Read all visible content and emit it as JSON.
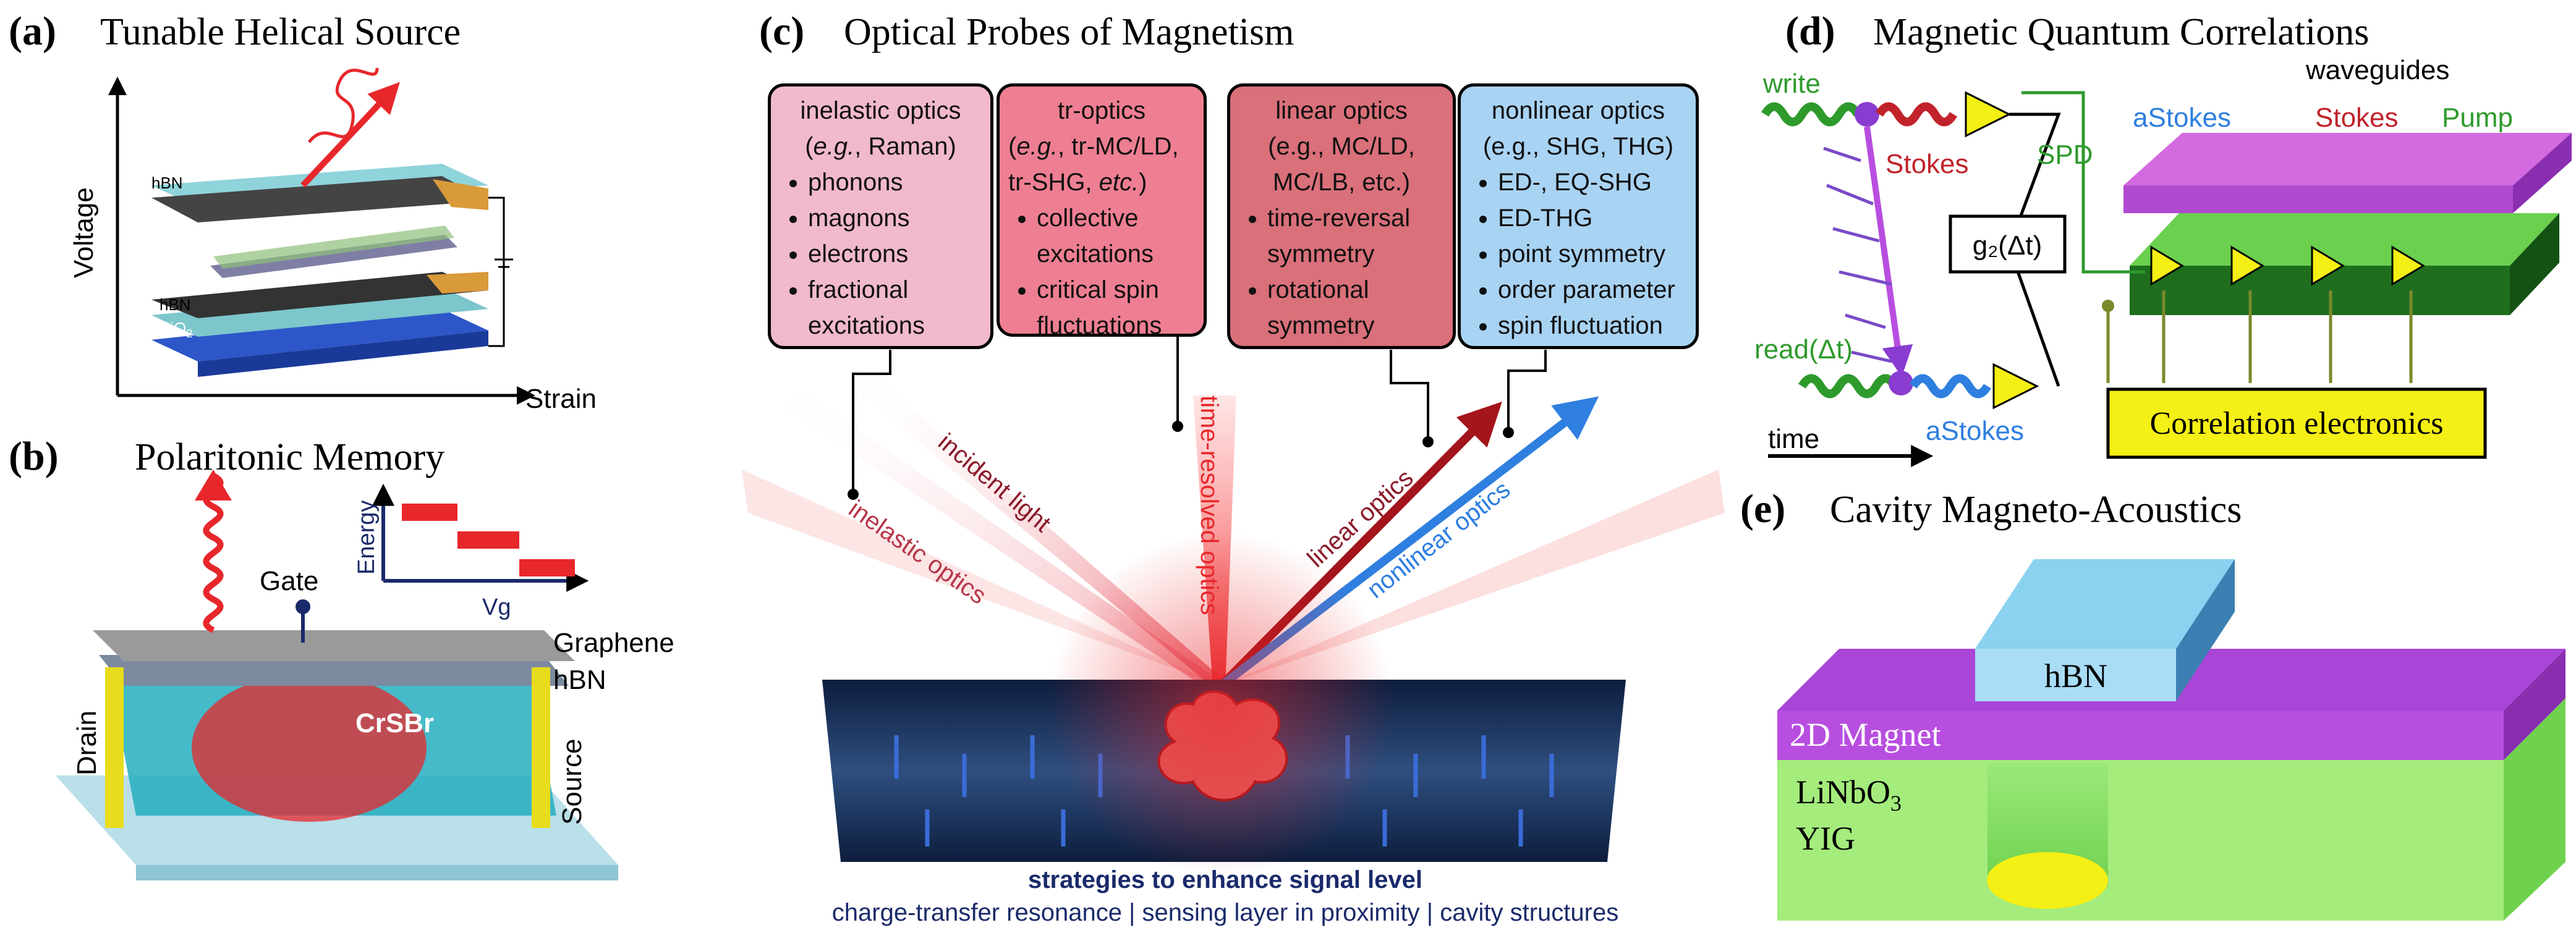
{
  "panels": {
    "a": {
      "letter": "(a)",
      "title": "Tunable Helical Source",
      "xlabel": "Strain",
      "ylabel": "Voltage",
      "layer_top": "hBN",
      "layer_mid": "hBN",
      "substrate": "SiO",
      "substrate_sub": "2"
    },
    "b": {
      "letter": "(b)",
      "title": "Polaritonic Memory",
      "gate": "Gate",
      "graphene": "Graphene",
      "hbn": "hBN",
      "material": "CrSBr",
      "drain": "Drain",
      "source": "Source",
      "inset_ylabel": "Energy",
      "inset_xlabel": "Vg"
    },
    "c": {
      "letter": "(c)",
      "title": "Optical Probes of Magnetism",
      "boxes": [
        {
          "title": "inelastic optics",
          "subtitle_em": "e.g.",
          "subtitle_rest": ", Raman)",
          "items": [
            "phonons",
            "magnons",
            "electrons",
            "fractional excitations"
          ],
          "color": "#f1b9cc"
        },
        {
          "title": "tr-optics",
          "subtitle_em": "e.g.",
          "subtitle_rest": ", tr-MC/LD, tr-SHG, ",
          "subtitle_em2": "etc.",
          "subtitle_tail": ")",
          "items": [
            "collective excitations",
            "critical spin fluctuations"
          ],
          "color": "#ee7f92"
        },
        {
          "title": "linear optics",
          "subtitle": "(e.g., MC/LD, MC/LB, etc.)",
          "items": [
            "time-reversal symmetry",
            "rotational symmetry"
          ],
          "color": "#d9707a"
        },
        {
          "title": "nonlinear optics",
          "subtitle": "(e.g., SHG, THG)",
          "items": [
            "ED-, EQ-SHG",
            "ED-THG",
            "point symmetry",
            "order parameter",
            "spin fluctuation"
          ],
          "color": "#a9d3f3"
        }
      ],
      "beams": {
        "inelastic": "inelastic optics",
        "incident": "incident light",
        "tr": "time-resolved optics",
        "linear": "linear optics",
        "nonlinear": "nonlinear optics"
      },
      "caption_bold": "strategies to enhance signal level",
      "caption": "charge-transfer resonance | sensing layer in proximity | cavity structures"
    },
    "d": {
      "letter": "(d)",
      "title": "Magnetic Quantum Correlations",
      "write": "write",
      "stokes": "Stokes",
      "read": "read(Δt)",
      "astokes": "aStokes",
      "time": "time",
      "g2": "g₂(Δt)",
      "spd": "SPD",
      "waveguides": "waveguides",
      "wg_astokes": "aStokes",
      "wg_stokes": "Stokes",
      "wg_pump": "Pump",
      "electronics": "Correlation electronics"
    },
    "e": {
      "letter": "(e)",
      "title": "Cavity Magneto-Acoustics",
      "hbn": "hBN",
      "magnet": "2D Magnet",
      "substrate1": "LiNbO",
      "substrate1_sub": "3",
      "substrate2": "YIG"
    }
  },
  "colors": {
    "red": "#e8272b",
    "darkred": "#a3141b",
    "blue": "#2f7fe0",
    "green": "#2e9a2c",
    "purple": "#b84ee0",
    "yellow": "#f4ef14",
    "lime": "#8be24e"
  }
}
